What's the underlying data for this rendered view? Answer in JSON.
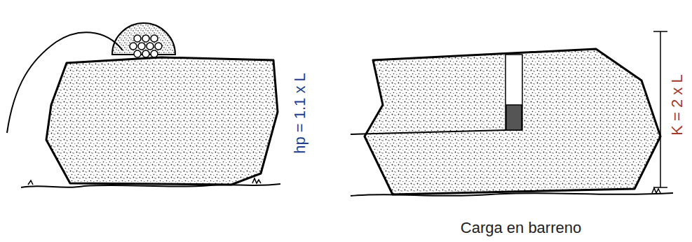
{
  "diagram": {
    "labels": [
      "hp = 1.1 x L",
      "K = 2 x L",
      "Carga en barreno"
    ]
  }
}
